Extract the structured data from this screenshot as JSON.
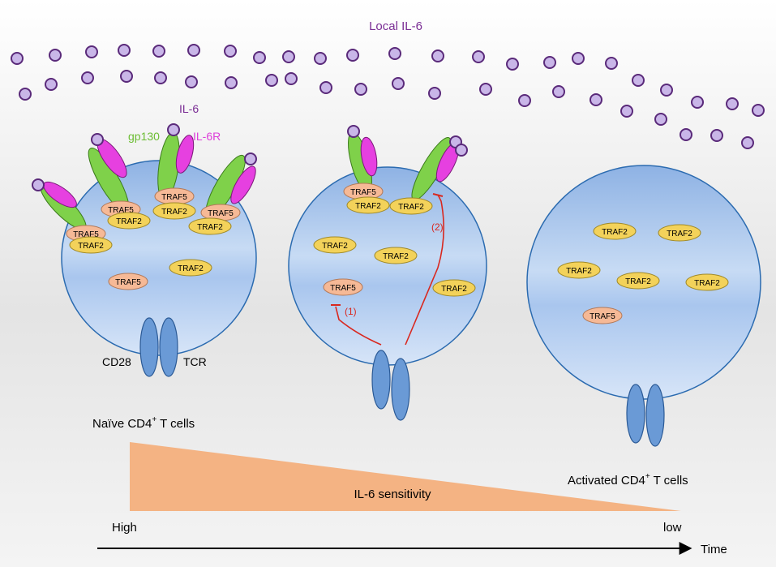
{
  "title": "Local IL-6",
  "receptor_labels": {
    "il6": "IL-6",
    "gp130": "gp130",
    "il6r": "IL-6R"
  },
  "membrane_labels": {
    "cd28": "CD28",
    "tcr": "TCR"
  },
  "cells": [
    {
      "caption": "Naïve CD4",
      "caption_sup": "+",
      "caption_tail": " T cells"
    },
    {
      "caption": ""
    },
    {
      "caption": "Activated CD4",
      "caption_sup": "+",
      "caption_tail": " T cells"
    }
  ],
  "proteins": {
    "traf5": "TRAF5",
    "traf2": "TRAF2"
  },
  "inhibition_labels": {
    "one": "(1)",
    "two": "(2)"
  },
  "gradient": {
    "label": "IL-6 sensitivity",
    "high": "High",
    "low": "low"
  },
  "time_label": "Time",
  "colors": {
    "il6": "#c9b6e8",
    "il6_stroke": "#5a2a7a",
    "gp130": "#7fd14a",
    "il6r": "#e640e0",
    "traf5": "#f6b996",
    "traf2": "#f3d25a",
    "inhibit": "#d9281f",
    "gradient": "#f4b383",
    "cell": "#bcd3f0",
    "purple_text": "#7a2d94",
    "green_text": "#6cbd33",
    "magenta_text": "#dd3fd9"
  }
}
